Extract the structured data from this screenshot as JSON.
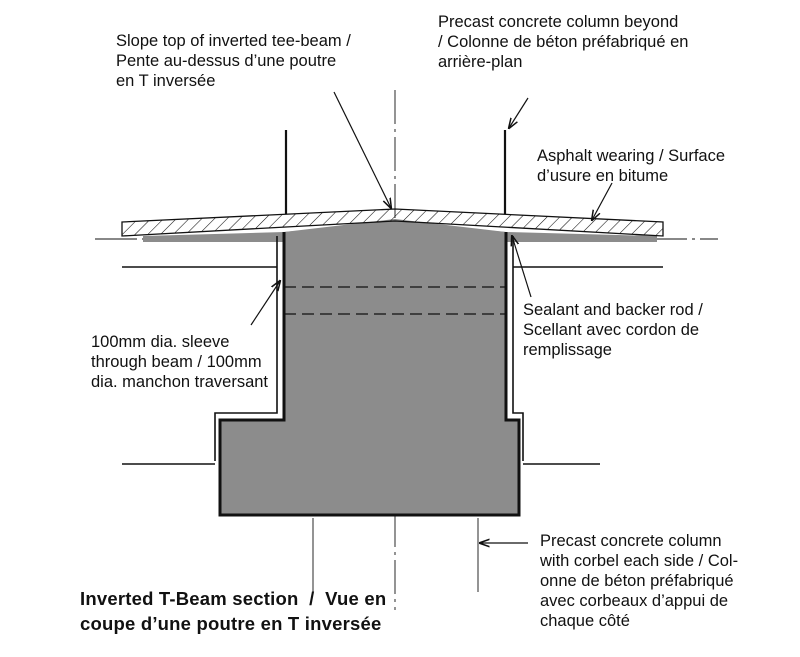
{
  "colors": {
    "concrete_fill": "#8c8c8c",
    "line": "#111111",
    "background": "#ffffff"
  },
  "icons": [
    "arrow-icon"
  ],
  "labels": {
    "slope_top": {
      "line1": "Slope top of inverted tee-beam /",
      "line2": "Pente au-dessus d’une poutre",
      "line3": "en T inversée"
    },
    "column_beyond": {
      "line1": "Precast concrete column beyond",
      "line2": "/ Colonne de béton préfabriqué en",
      "line3": "arrière-plan"
    },
    "asphalt": {
      "line1": "Asphalt wearing / Surface",
      "line2": "d’usure en bitume"
    },
    "sealant": {
      "line1": "Sealant and backer rod /",
      "line2": "Scellant avec cordon de",
      "line3": "remplissage"
    },
    "sleeve": {
      "line1": "100mm dia. sleeve",
      "line2": "through beam / 100mm",
      "line3": "dia. manchon traversant"
    },
    "column_corbel": {
      "line1": "Precast concrete column",
      "line2": "with corbel each side / Col-",
      "line3": "onne de béton préfabriqué",
      "line4": "avec corbeaux d’appui de",
      "line5": "chaque côté"
    }
  },
  "caption": {
    "line1": "Inverted T-Beam section  /  Vue en",
    "line2": "coupe d’une poutre en T inversée"
  }
}
